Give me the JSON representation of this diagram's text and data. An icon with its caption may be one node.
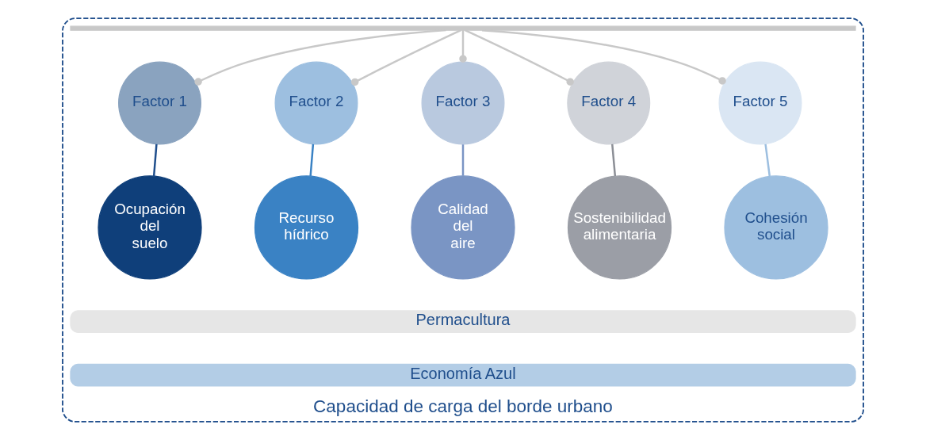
{
  "diagram": {
    "nodes": [
      {
        "text": [
          "Capacidad de carga del borde urbano"
        ]
      },
      {
        "text": [],
        "shape": "bar",
        "in": 0
      },
      {
        "text": [
          "Factor 1"
        ],
        "in": 0
      },
      {
        "text": [
          "Factor 2"
        ],
        "in": 0
      },
      {
        "text": [
          "Factor 3"
        ],
        "in": 0
      },
      {
        "text": [
          "Factor 4"
        ],
        "in": 0
      },
      {
        "text": [
          "Factor 5"
        ],
        "in": 0
      },
      {
        "text": [
          "Ocupación del suelo"
        ],
        "in": 0
      },
      {
        "text": [
          "Recurso hídrico"
        ],
        "in": 0
      },
      {
        "text": [
          "Calidad del aire"
        ],
        "in": 0
      },
      {
        "text": [
          "Sostenibilidad alimentaria"
        ],
        "in": 0
      },
      {
        "text": [
          "Cohesión social"
        ],
        "in": 0
      },
      {
        "text": [
          "Permacultura"
        ],
        "in": 0
      },
      {
        "text": [
          "Economía Azul"
        ],
        "in": 0
      }
    ],
    "edges": [
      {
        "from": 1,
        "to": 2,
        "arrow": "other"
      },
      {
        "from": 1,
        "to": 3,
        "arrow": "other"
      },
      {
        "from": 1,
        "to": 4,
        "arrow": "other"
      },
      {
        "from": 1,
        "to": 5,
        "arrow": "other"
      },
      {
        "from": 1,
        "to": 6,
        "arrow": "other"
      },
      {
        "from": 2,
        "to": 7,
        "arrow": "none",
        "color": "#1f4e8c"
      },
      {
        "from": 3,
        "to": 8,
        "arrow": "none",
        "color": "#3a82c4"
      },
      {
        "from": 4,
        "to": 9,
        "arrow": "none",
        "color": "#7a95c4"
      },
      {
        "from": 5,
        "to": 10,
        "arrow": "none",
        "color": "#8c8f96"
      },
      {
        "from": 6,
        "to": 11,
        "arrow": "none",
        "color": "#9dbfe0"
      }
    ]
  }
}
